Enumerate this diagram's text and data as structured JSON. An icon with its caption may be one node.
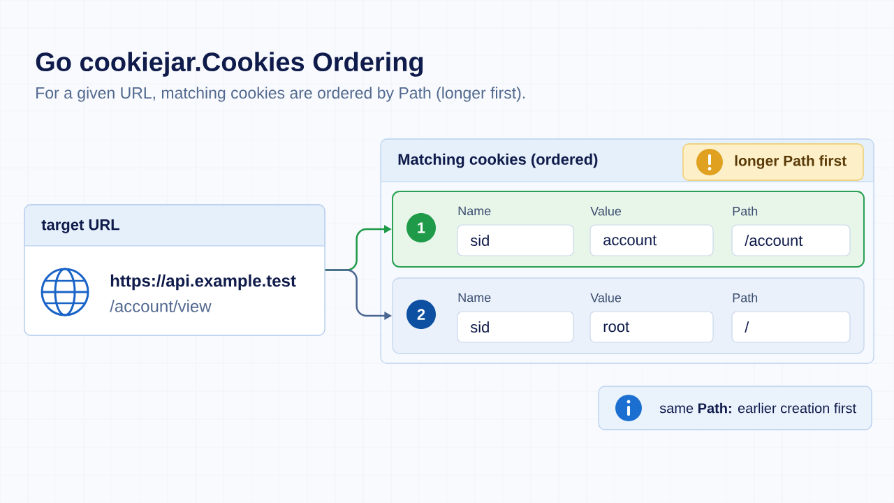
{
  "diagram": {
    "title": "Go cookiejar.Cookies Ordering",
    "caption": "For a given URL, matching cookies are ordered by Path (longer first).",
    "nodes": [
      {
        "text": [
          "target URL",
          "https://api.example.test",
          "/account/view"
        ]
      },
      {
        "text": [
          "Matching cookies (ordered)"
        ]
      },
      {
        "text": [
          "longer Path first"
        ],
        "in": 1
      },
      {
        "text": [
          "1"
        ],
        "in": 1
      },
      {
        "text": [
          "Name",
          "sid"
        ],
        "in": 3
      },
      {
        "text": [
          "Value",
          "account"
        ],
        "in": 3
      },
      {
        "text": [
          "Path",
          "/account"
        ],
        "in": 3
      },
      {
        "text": [
          "2"
        ],
        "in": 1
      },
      {
        "text": [
          "Name",
          "sid"
        ],
        "in": 7
      },
      {
        "text": [
          "Value",
          "root"
        ],
        "in": 7
      },
      {
        "text": [
          "Path",
          "/"
        ],
        "in": 7
      },
      {
        "text": [
          "same **Path:** earlier creation first"
        ]
      }
    ],
    "edges": [
      {
        "from": 0,
        "to": 3,
        "arrow": "to",
        "color": "#1f9a48"
      },
      {
        "from": 0,
        "to": 7,
        "arrow": "to",
        "color": "#4a6590"
      }
    ]
  }
}
